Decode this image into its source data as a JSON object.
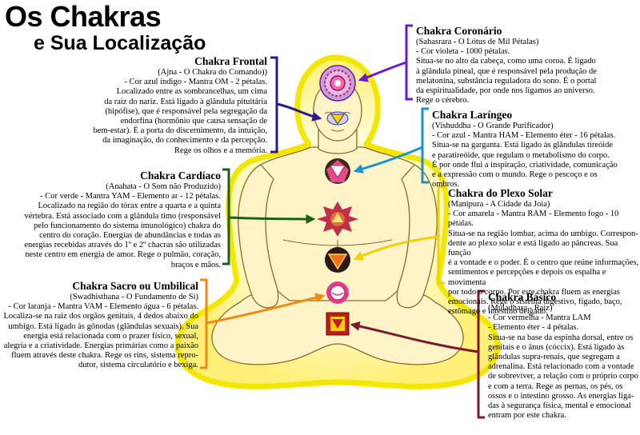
{
  "title": {
    "line1": "Os Chakras",
    "line2": "e Sua Localização"
  },
  "colors": {
    "halo": "#fff7a0",
    "outline": "#f0e000",
    "frontal_arrow": "#2a1a8a",
    "coronario_arrow": "#6a1ad0",
    "laringeo_arrow": "#1e90d0",
    "cardiaco_arrow": "#1f5f1a",
    "plexo_arrow": "#f0d000",
    "sacro_arrow": "#f08a10",
    "basico_arrow": "#7a1a2a"
  },
  "chakras": {
    "frontal": {
      "name": "Chakra Frontal",
      "text": "(Ajna - O Chakra do Comando))\n- Cor azul índigo - Mantra OM - 2 pétalas.\nLocalizado entre as sombrancelhas, um cima\nda raiz do nariz. Está ligado à glândula pituitária\n(hipófise), que é responsável pela segregação da\nendorfina (hormônio que causa sensação de\nbem-estar). É a porta do discernimento, da intuição,\nda imaginação, do conhecimento e da percepção.\nRege os olhos e a memória."
    },
    "coronario": {
      "name": "Chakra Coronário",
      "text": "(Sahasrara - O Lótus de Mil Pétalas)\n- Cor violeta - 1000 pétalas.\nSitua-se no alto da cabeça, como uma coroa. É ligado\nà glândula pineal, que é responsável pela produção de\nmelatonina, substância reguladora do sono. É o portal\nda espiritualidade, por onde nos ligamos ao universo.\nRege o cérebro."
    },
    "laringeo": {
      "name": "Chakra Laríngeo",
      "text": "(Vishuddha - O Grande Purificador)\n- Cor azul - Mantra HAM - Elemento éter - 16 pétalas.\nSitua-se na garganta. Está ligado às glândulas tireóide\ne paratireóide, que regulam o metabolismo do corpo.\nÉ por onde flui a inspiração, criatividade, comunicação\ne a expressão com o mundo. Rege o pescoço e os\nombros."
    },
    "cardiaco": {
      "name": "Chakra Cardíaco",
      "text": "(Anahata - O Som não Produzido)\n- Cor verde - Mantra YAM - Elemento ar - 12 pétalas.\nLocalizado na região do tórax entre a quarta e a quinta\nvértebra. Está associado com a glândula timo (responsável\npelo funcionamento do sistema imunológico) chakra do\ncentro do coração. Energias de abundâncias e todas as\nenergias recebidas através do 1º e 2º chacras são utilizadas\nneste centro em energia de amor. Rege o pulmão, coração,\nbraços e mãos."
    },
    "plexo": {
      "name": "Chakra do Plexo Solar",
      "text": "(Manipura - A Cidade da Joia)\n- Cor amarela - Mantra RAM - Elemento fogo - 10 pétalas.\nSitua-se na região lombar, acima do umbigo. Correspon-\ndente ao plexo solar e está ligado ao pâncreas. Sua função\né a vontade e o poder. É o centro que reúne informações,\nsentimentos e percepções e depois os espalha e movimenta\npor todo o corpo. Por este chakra fluem as energias\nemocionais. Rege o sistema digestivo, fígado, baço,\nestômago e intestino delgado."
    },
    "sacro": {
      "name": "Chakra Sacro ou Umbilical",
      "text": "(Swadhisthana - O Fundamento de Si)\n- Cor laranja - Mantra VAM - Elemento água - 6 pétalas.\nLocaliza-se na raiz dos orgãos genitais, 4 dedos abaixo do\numbigo. Está ligado às gônodas (glândulas sexuais). Sua\nenergia está relacionada com o prazer físico, sexual,\nalegria e a criatividade. Energias primárias como a paixão\nfluem através deste chakra. Rege os rins, sistema repro-\ndutor, sistema circulatório e bexiga."
    },
    "basico": {
      "name": "Chakra Básico",
      "text": "(Muladhara - Raiz)\n- Cor vermelha - Mantra LAM\n- Elemento éter - 4 pétalas.\nSitua-se na base da espinha dorsal, entre os\ngenitais e o ânus (cóccix). Está ligado às\nglândulas supra-renais, que segregam a\nadrenalina. Está relacionado com a vontade\nde sobreviver, a relação com o próprio corpo\ne com a terra. Rege as pernas, os pés, os\nossos e o intestino grosso. As energias liga-\ndas à segurança física, mental e emocional\nentram por este chakra."
    }
  }
}
